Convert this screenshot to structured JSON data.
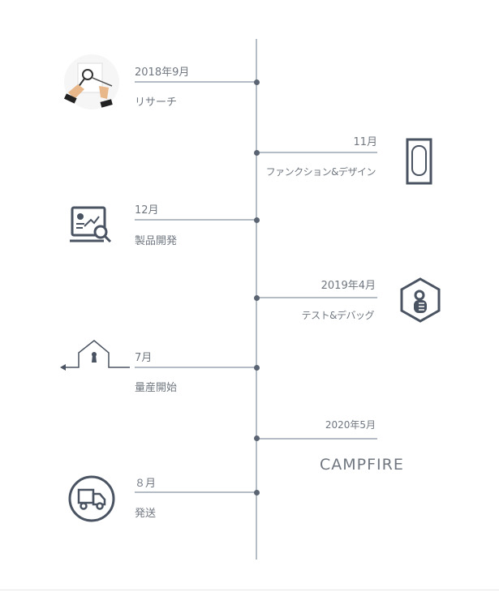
{
  "timeline": [
    {
      "date": "2018年9月",
      "label": "リサーチ",
      "side": "left",
      "icon": "research-hands-icon"
    },
    {
      "date": "11月",
      "label": "ファンクション&デザイン",
      "side": "right",
      "icon": "device-icon"
    },
    {
      "date": "12月",
      "label": "製品開発",
      "side": "left",
      "icon": "analytics-search-icon"
    },
    {
      "date": "2019年4月",
      "label": "テスト&デバッグ",
      "side": "right",
      "icon": "wrench-hand-icon"
    },
    {
      "date": "7月",
      "label": "量産開始",
      "side": "left",
      "icon": "factory-house-icon"
    },
    {
      "date": "2020年5月",
      "label": "CAMPFIRE",
      "side": "right",
      "icon": ""
    },
    {
      "date": "８月",
      "label": "発送",
      "side": "left",
      "icon": "delivery-truck-icon"
    }
  ]
}
